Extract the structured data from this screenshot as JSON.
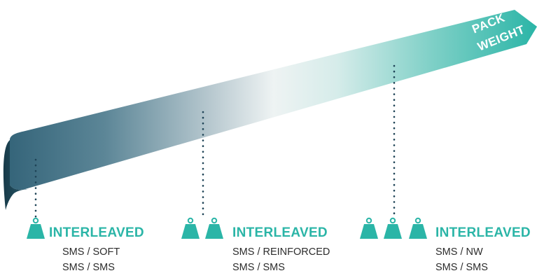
{
  "arrow": {
    "label_line1": "PACK",
    "label_line2": "WEIGHT"
  },
  "colors": {
    "teal": "#2bb5a7",
    "dark_teal": "#1f4e5f",
    "dot": "#1f4457",
    "text": "#2c2c2c"
  },
  "categories": [
    {
      "weight_icon_count": 1,
      "weight_icon": "weight-icon",
      "title": "INTERLEAVED",
      "line1": "SMS / SOFT",
      "line2": "SMS / SMS"
    },
    {
      "weight_icon_count": 2,
      "weight_icon": "weight-icon",
      "title": "INTERLEAVED",
      "line1": "SMS / REINFORCED",
      "line2": "SMS / SMS"
    },
    {
      "weight_icon_count": 3,
      "weight_icon": "weight-icon",
      "title": "INTERLEAVED",
      "line1": "SMS / NW",
      "line2": "SMS / SMS"
    }
  ]
}
